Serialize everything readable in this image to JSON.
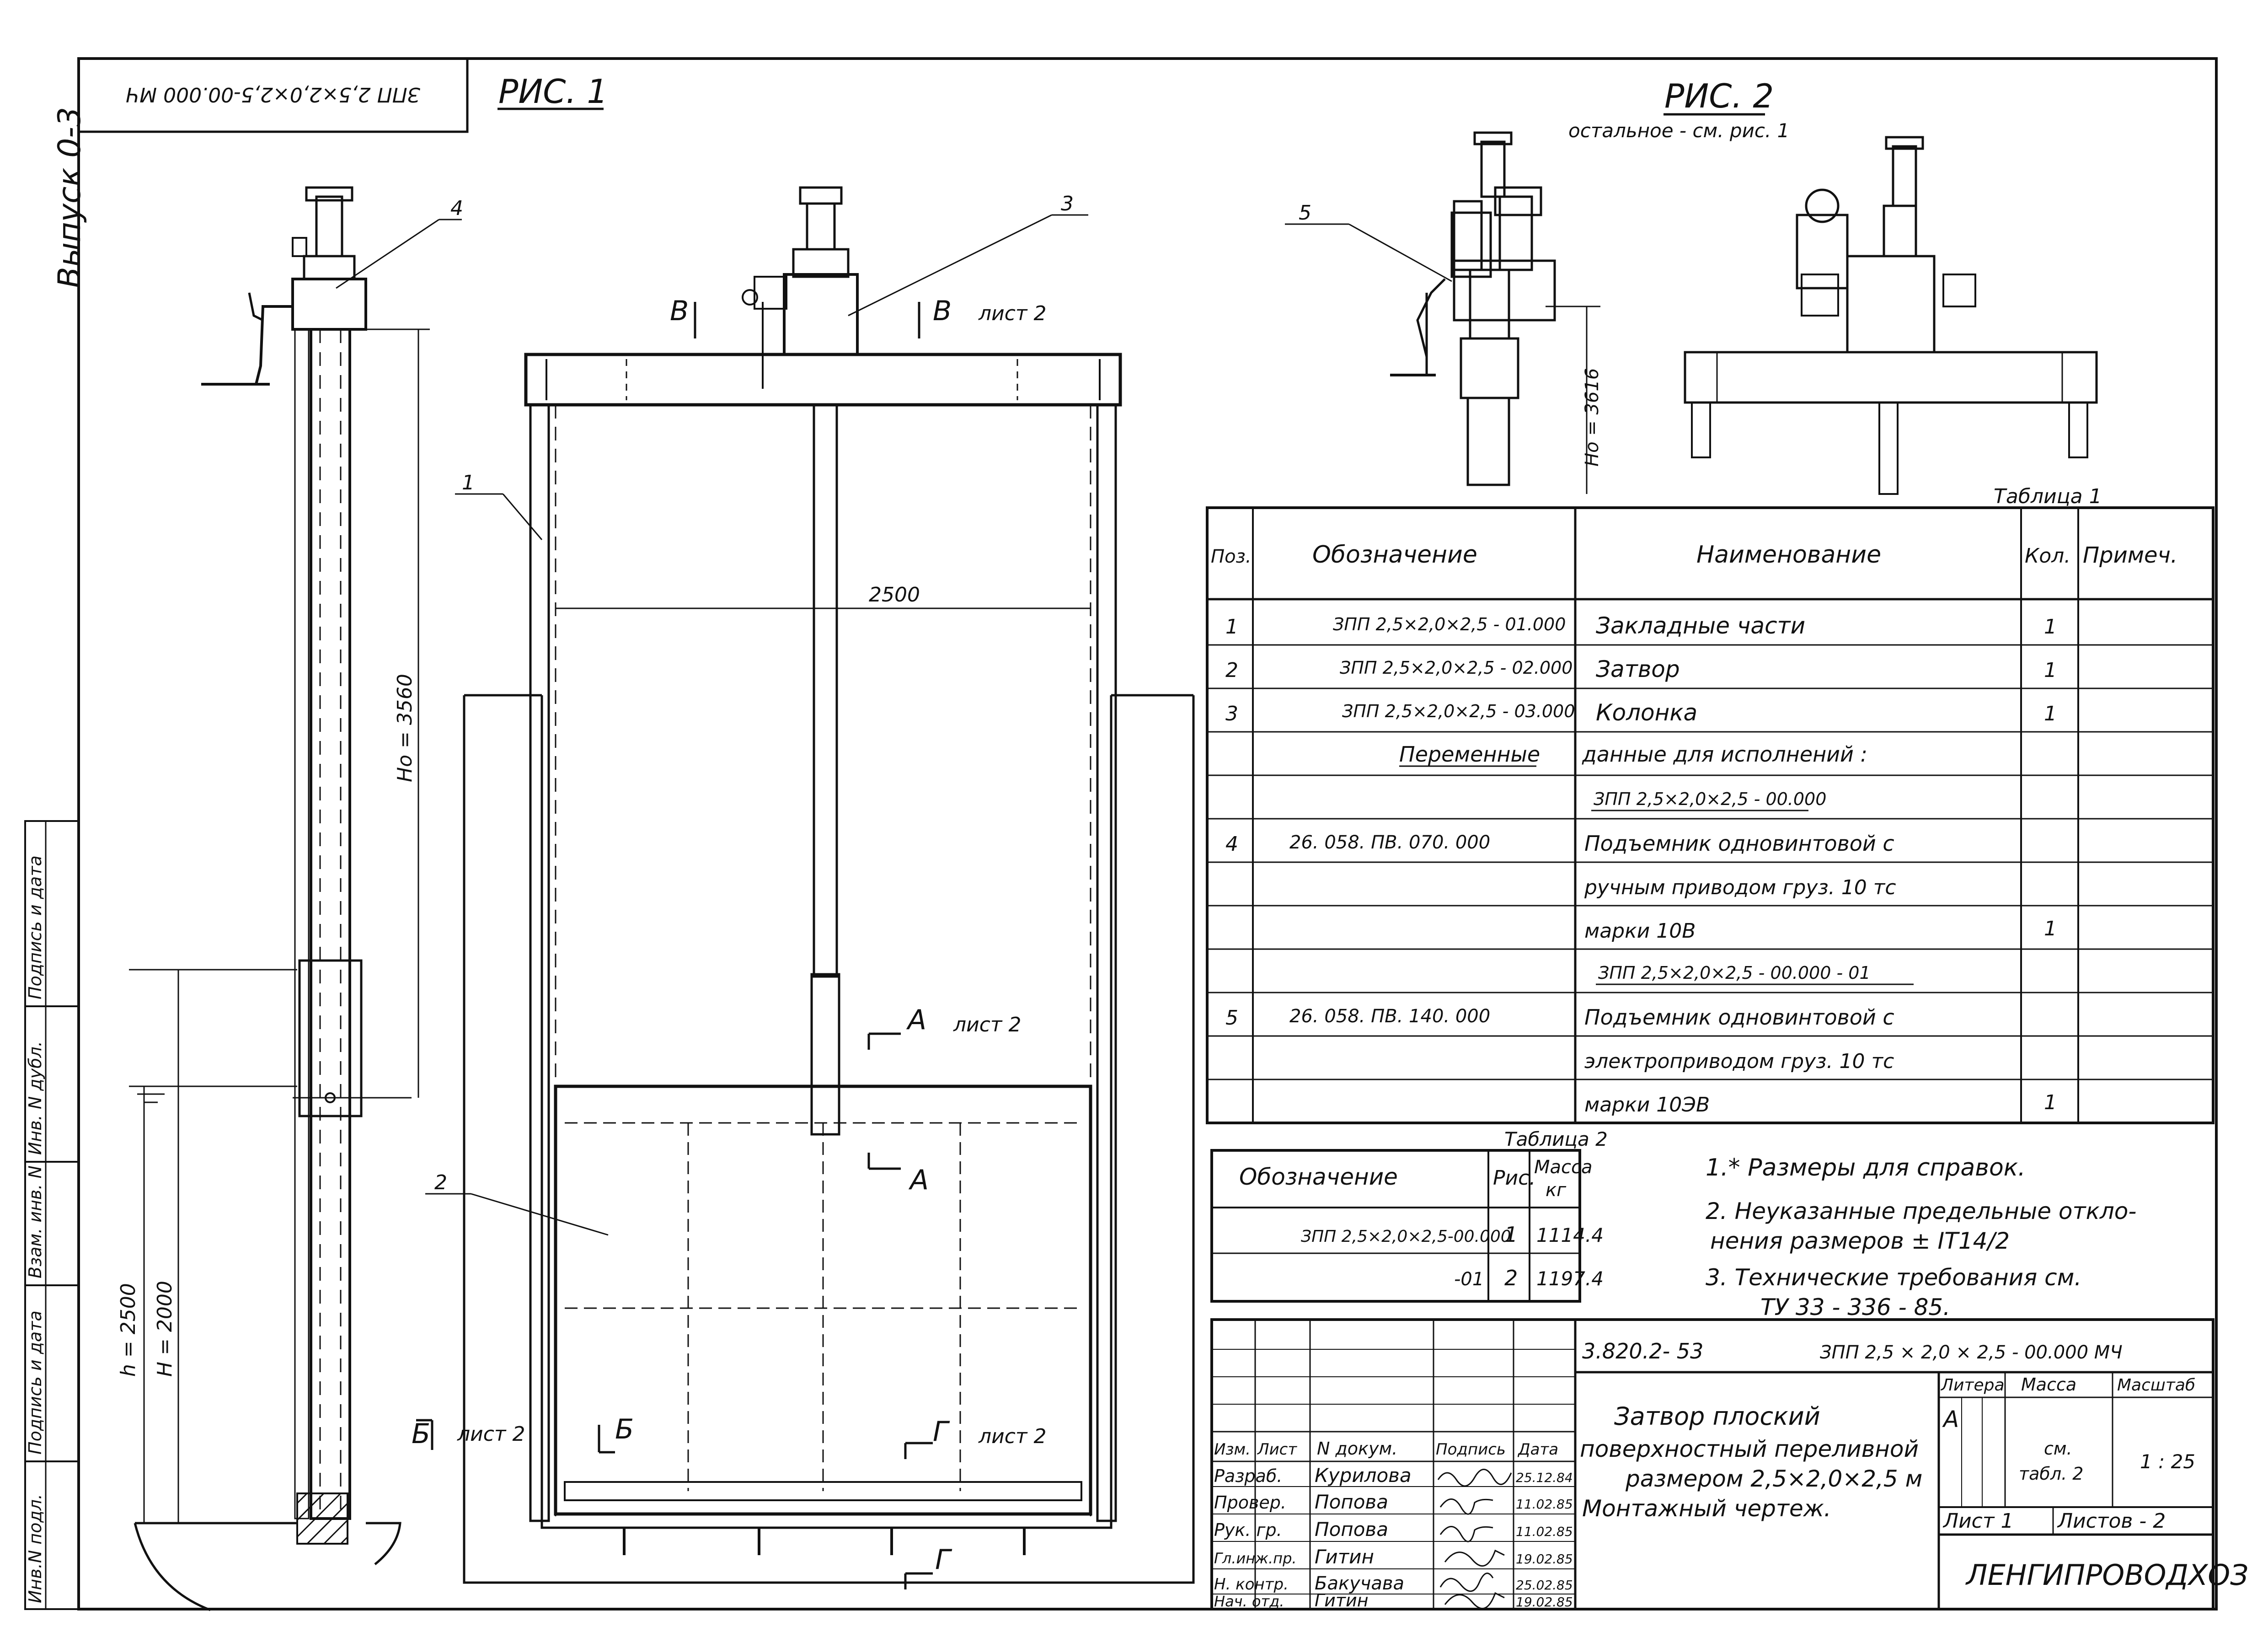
{
  "stamp": {
    "mirrored_code": "ЗПП 2,5×2,0×2,5-00.000 МЧ",
    "issue": "Выпуск 0-3"
  },
  "figures": {
    "fig1_title": "РИС. 1",
    "fig2_title": "РИС. 2",
    "fig2_note": "остальное - см. рис. 1"
  },
  "callouts": [
    "1",
    "2",
    "3",
    "4",
    "5"
  ],
  "dimensions": {
    "width_2500": "2500",
    "ho_3560": "Hо = 3560",
    "ho_3616": "Hо = 3616",
    "h_2500": "h = 2500",
    "H_2000": "H = 2000"
  },
  "section_marks": {
    "A": "А",
    "B": "Б",
    "V": "В",
    "G": "Г",
    "sheet_ref": "лист 2"
  },
  "table1": {
    "caption": "Таблица 1",
    "headers": [
      "Поз.",
      "Обозначение",
      "Наименование",
      "Кол.",
      "Примеч."
    ],
    "rows": [
      [
        "1",
        "ЗПП 2,5×2,0×2,5 - 01.000",
        "Закладные   части",
        "1",
        ""
      ],
      [
        "2",
        "ЗПП 2,5×2,0×2,5 - 02.000",
        "Затвор",
        "1",
        ""
      ],
      [
        "3",
        "ЗПП 2,5×2,0×2,5 - 03.000",
        "Колонка",
        "1",
        ""
      ],
      [
        "",
        "Переменные",
        "данные  для  исполнений :",
        "",
        ""
      ],
      [
        "",
        "",
        "ЗПП 2,5×2,0×2,5 - 00.000",
        "",
        ""
      ],
      [
        "4",
        "26. 058. ПВ. 070. 000",
        "Подъемник  одновинтовой  с",
        "",
        ""
      ],
      [
        "",
        "",
        "ручным  приводом  груз. 10 тс",
        "",
        ""
      ],
      [
        "",
        "",
        "марки  10В",
        "1",
        ""
      ],
      [
        "",
        "",
        "ЗПП 2,5×2,0×2,5 - 00.000 - 01",
        "",
        ""
      ],
      [
        "5",
        "26. 058. ПВ. 140. 000",
        "Подъемник  одновинтовой  с",
        "",
        ""
      ],
      [
        "",
        "",
        "электроприводом  груз. 10 тс",
        "",
        ""
      ],
      [
        "",
        "",
        "марки  10ЭВ",
        "1",
        ""
      ]
    ]
  },
  "table2": {
    "caption": "Таблица 2",
    "headers": [
      "Обозначение",
      "Рис.",
      "Масса",
      "кг"
    ],
    "rows": [
      [
        "ЗПП 2,5×2,0×2,5-00.000",
        "1",
        "1114.4"
      ],
      [
        "-01",
        "2",
        "1197.4"
      ]
    ]
  },
  "notes": [
    "1.* Размеры для справок.",
    "2. Неуказанные предельные откло-",
    "нения  размеров ± IT14/2",
    "3. Технические требования  см.",
    "ТУ 33 - 336 - 85."
  ],
  "left_strip": [
    "Инв.N подл.",
    "Подпись и дата",
    "Взам. инв. N",
    "Инв. N дубл.",
    "Подпись и дата"
  ],
  "title_block": {
    "doc_series": "3.820.2- 53",
    "doc_code": "ЗПП 2,5 × 2,0 × 2,5 - 00.000 МЧ",
    "title_lines": [
      "Затвор плоский",
      "поверхностный переливной",
      "размером 2,5×2,0×2,5 м",
      "Монтажный     чертеж."
    ],
    "hdr_cols": [
      "Изм.",
      "Лист",
      "N докум.",
      "Подпись",
      "Дата"
    ],
    "people": [
      {
        "role": "Разраб.",
        "name": "Курилова",
        "date": "25.12.84"
      },
      {
        "role": "Провер.",
        "name": "Попова",
        "date": "11.02.85"
      },
      {
        "role": "Рук. гр.",
        "name": "Попова",
        "date": "11.02.85"
      },
      {
        "role": "Гл.инж.пр.",
        "name": "Гитин",
        "date": "19.02.85"
      },
      {
        "role": "Н. контр.",
        "name": "Бакучава",
        "date": "25.02.85"
      },
      {
        "role": "Нач. отд.",
        "name": "Гитин",
        "date": "19.02.85"
      }
    ],
    "litera_label": "Литера",
    "litera_value": "А",
    "mass_label": "Масса",
    "mass_value_1": "см.",
    "mass_value_2": "табл. 2",
    "scale_label": "Масштаб",
    "scale_value": "1 : 25",
    "sheet_label": "Лист  1",
    "sheets_label": "Листов - 2",
    "org": "ЛЕНГИПРОВОДХОЗ"
  }
}
